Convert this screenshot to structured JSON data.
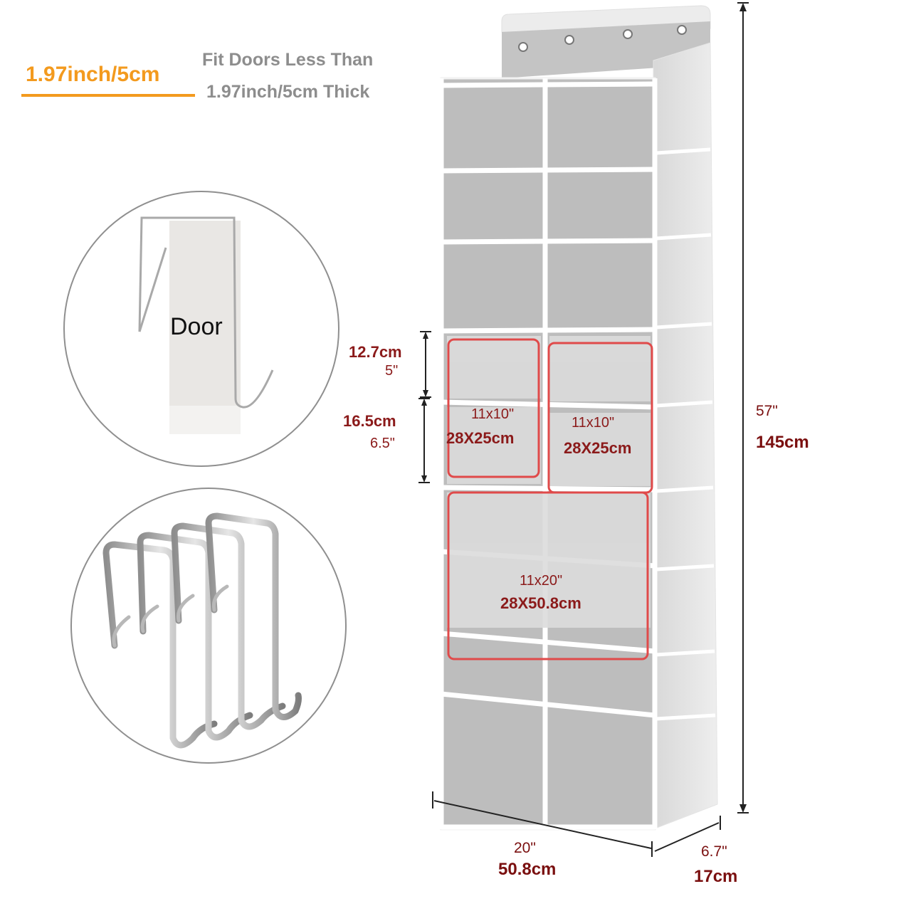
{
  "header": {
    "thickness_label": "1.97inch/5cm",
    "fit_line1": "Fit Doors Less Than",
    "fit_line2": "1.97inch/5cm Thick"
  },
  "hook_detail": {
    "door_label": "Door"
  },
  "dimensions": {
    "small_pocket_height_cm": "12.7cm",
    "small_pocket_height_in": "5\"",
    "pocket_height_cm": "16.5cm",
    "pocket_height_in": "6.5\"",
    "pocket_left_in": "11x10\"",
    "pocket_left_cm": "28X25cm",
    "pocket_right_in": "11x10\"",
    "pocket_right_cm": "28X25cm",
    "large_pocket_in": "11x20\"",
    "large_pocket_cm": "28X50.8cm",
    "height_in": "57\"",
    "height_cm": "145cm",
    "width_in": "20\"",
    "width_cm": "50.8cm",
    "depth_in": "6.7\"",
    "depth_cm": "17cm"
  },
  "colors": {
    "accent": "#f39a1e",
    "dimension": "#8b1a1a",
    "fabric": "#bdbdbd"
  }
}
